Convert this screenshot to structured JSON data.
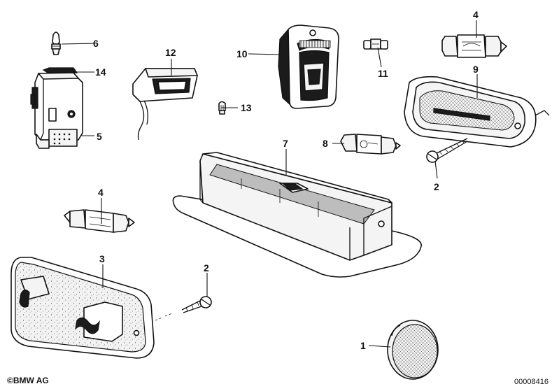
{
  "callouts": {
    "c1": "1",
    "c2a": "2",
    "c2b": "2",
    "c3": "3",
    "c4a": "4",
    "c4b": "4",
    "c5": "5",
    "c6": "6",
    "c7": "7",
    "c8": "8",
    "c9": "9",
    "c10": "10",
    "c11": "11",
    "c12": "12",
    "c13": "13",
    "c14": "14"
  },
  "footer": {
    "brand": "©BMW AG",
    "doc_number": "00008416"
  },
  "icons": [
    "copyright-icon"
  ]
}
